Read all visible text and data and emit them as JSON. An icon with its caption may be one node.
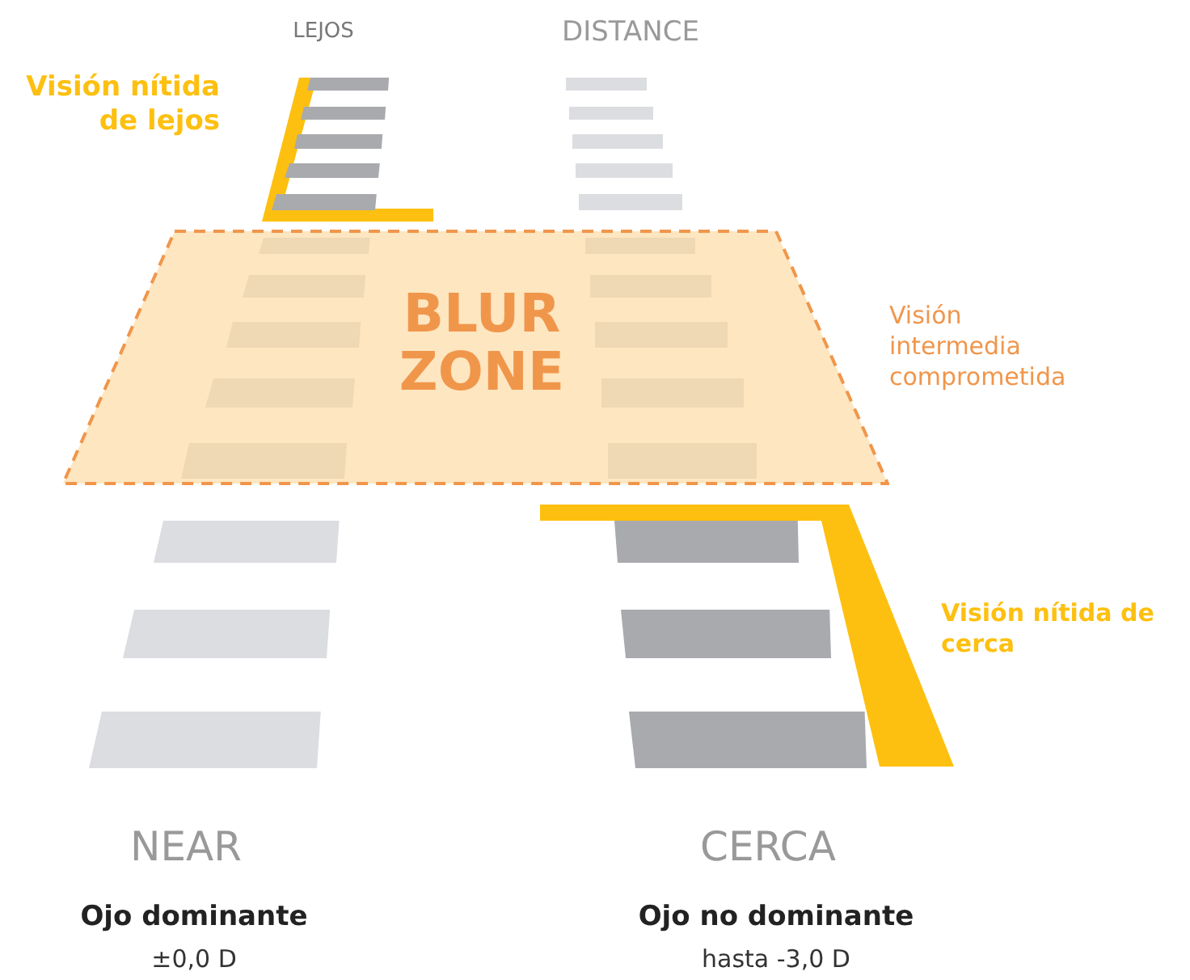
{
  "diagram": {
    "nodes": [
      {
        "text": [
          "BLUR ZONE"
        ]
      }
    ],
    "labels": [
      "LEJOS",
      "DISTANCE",
      "Visión nítida de lejos",
      "Visión intermedia comprometida",
      "Visión nítida de cerca",
      "NEAR",
      "CERCA",
      "Ojo dominante",
      "±0,0 D",
      "Ojo no dominante",
      "hasta -3,0 D"
    ]
  }
}
